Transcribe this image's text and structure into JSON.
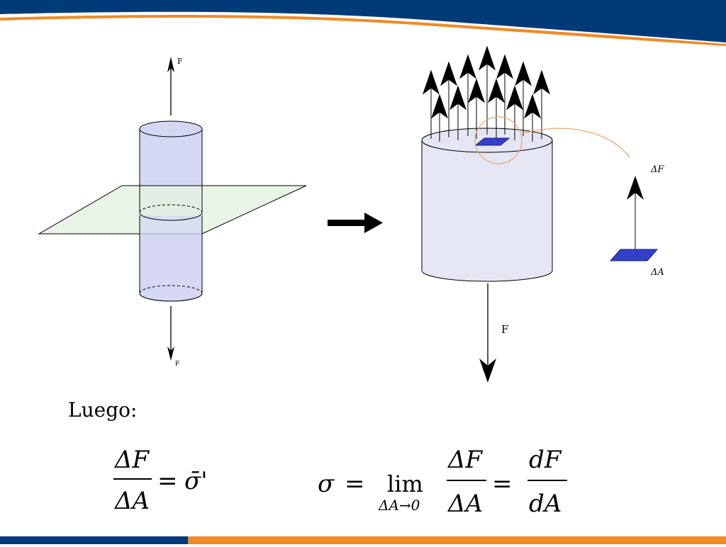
{
  "labels": {
    "left_force_top": "F",
    "left_force_bottom": "F",
    "right_force_bottom": "F",
    "delta_f": "ΔF",
    "delta_a": "ΔA",
    "luego": "Luego:"
  },
  "equation_left": {
    "numerator": "ΔF",
    "denominator": "ΔA",
    "equals": "=",
    "result": "σ̄'"
  },
  "equation_right": {
    "sigma": "σ",
    "equals1": "=",
    "lim": "lim",
    "lim_sub": "ΔA→0",
    "frac1_num": "ΔF",
    "frac1_den": "ΔA",
    "equals2": "=",
    "frac2_num": "dF",
    "frac2_den": "dA"
  },
  "colors": {
    "banner_blue": "#003a78",
    "banner_orange": "#f08a24",
    "cylinder_left_fill": "#d5d8f5",
    "plane_fill": "#e4f2e1",
    "cylinder_right_fill": "#e4e6f4",
    "patch_blue": "#3340c8",
    "highlight_orange": "#f2a46a"
  }
}
